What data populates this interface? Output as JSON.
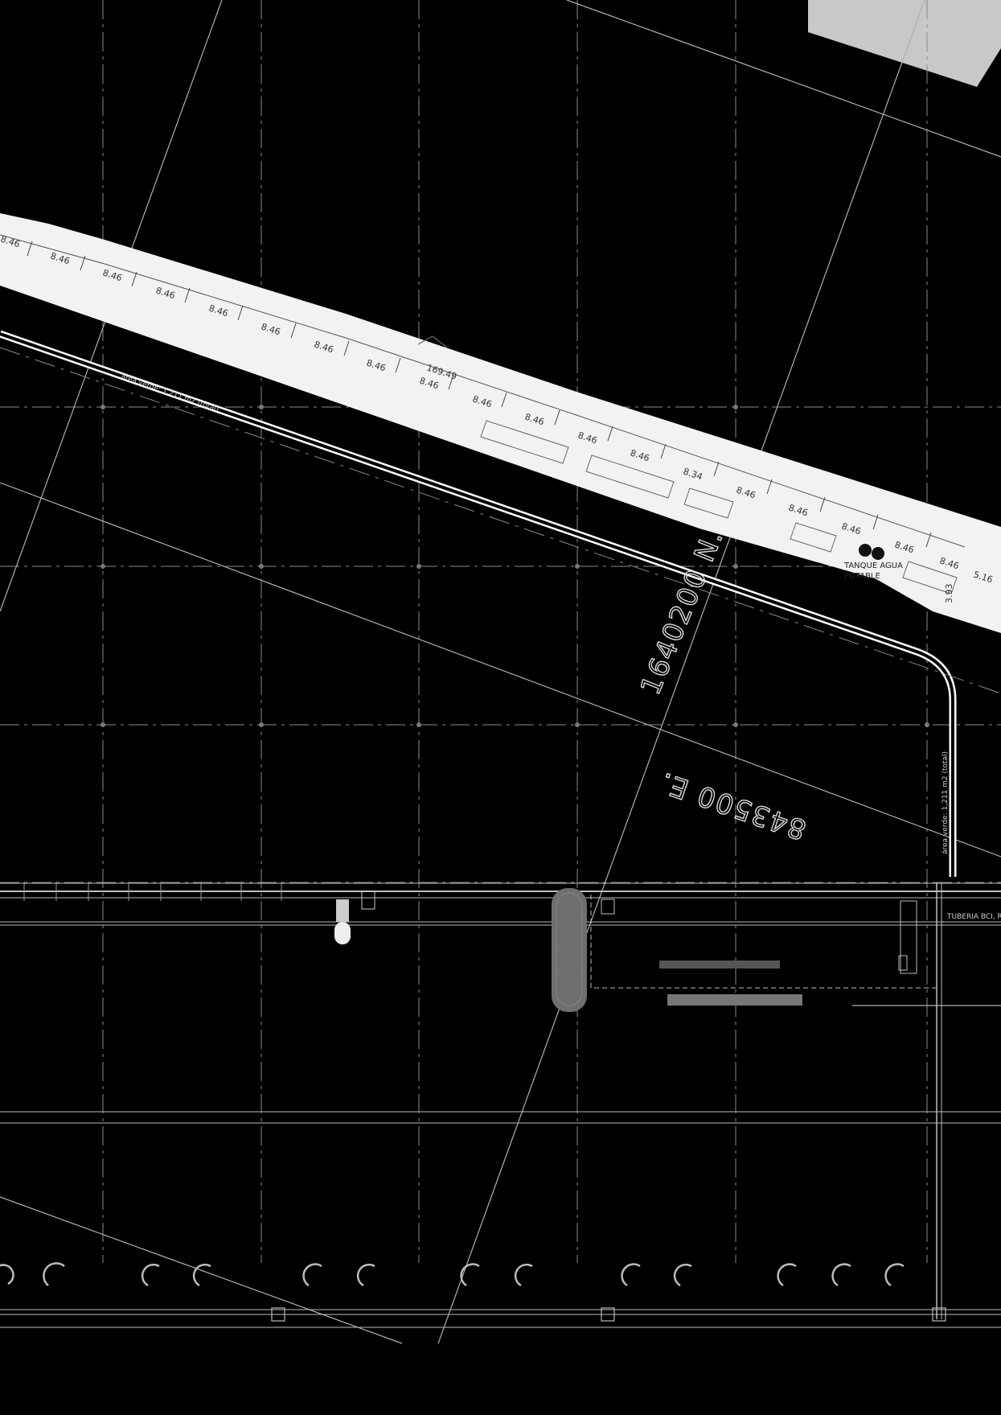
{
  "drawing": {
    "dimensions": [
      "8.46",
      "8.46",
      "8.46",
      "8.46",
      "8.46",
      "8.46",
      "8.46",
      "8.46",
      "8.46",
      "8.46",
      "8.46",
      "8.46",
      "8.46",
      "8.34",
      "8.46",
      "8.46",
      "8.46",
      "8.46",
      "8.46",
      "5.16"
    ],
    "total_length": "169.49",
    "side_dimension": "3.93",
    "north_coordinate": "1640200 N.",
    "east_coordinate": "843500 E.",
    "tank_label_line1": "TANQUE AGUA",
    "tank_label_line2": "POTABLE",
    "green_area_vertical": "área verde: 1,211 m2 (total)",
    "green_area_diagonal": "área verde: 1,211 m2 (total)",
    "pipe_label": "TUBERIA BCI, R",
    "colors": {
      "background": "#000000",
      "road": "#f2f2f2",
      "lines": "#9a9a9a",
      "building": "#c8c8c8"
    }
  }
}
